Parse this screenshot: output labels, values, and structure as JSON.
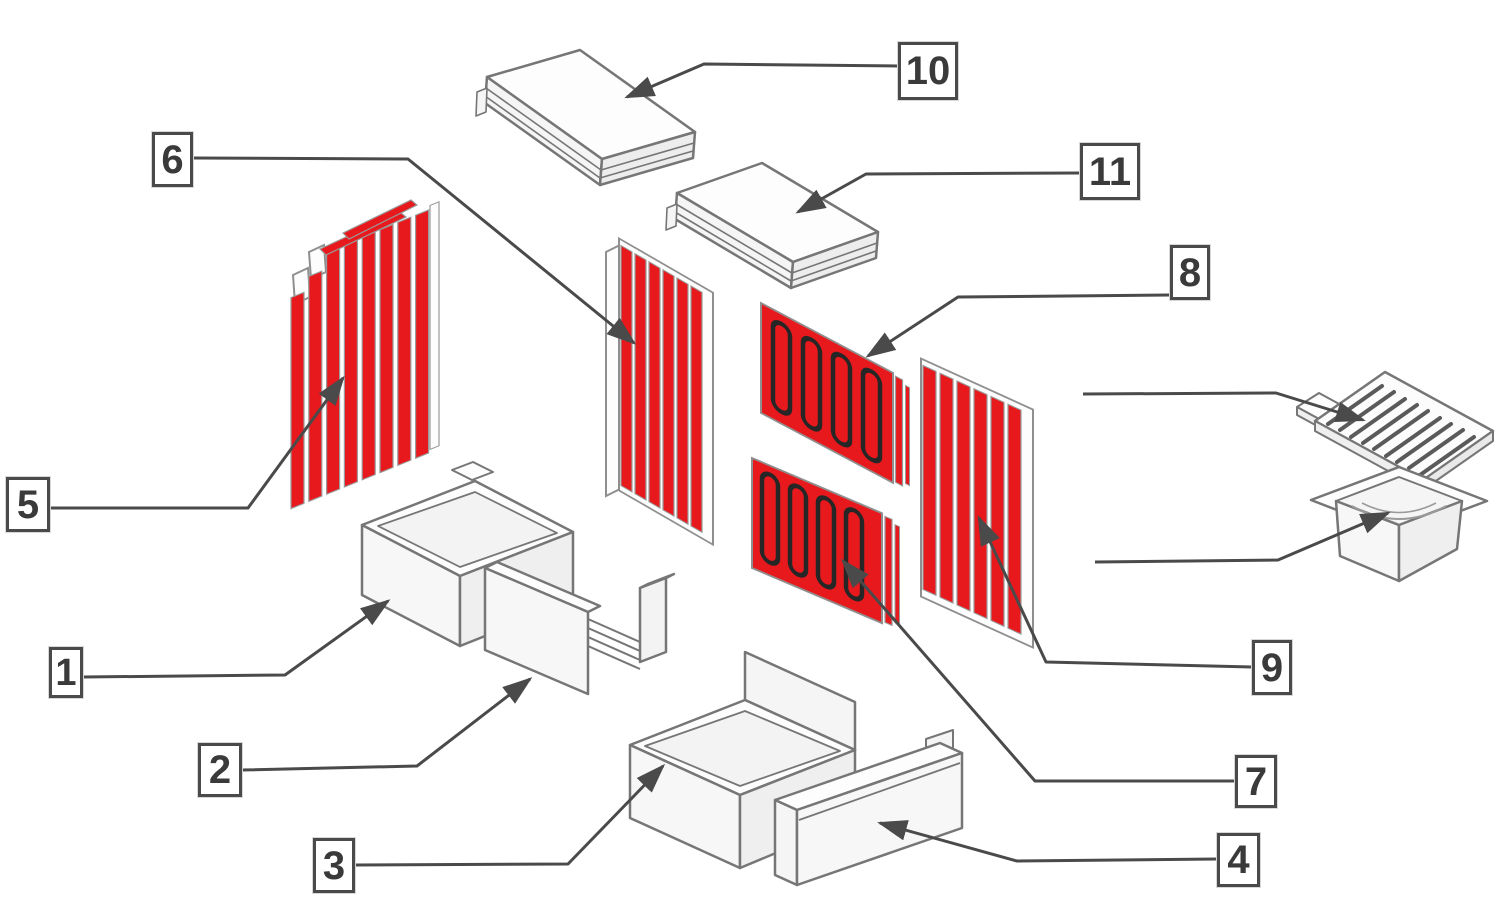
{
  "diagram": {
    "labels": [
      {
        "text": "1"
      },
      {
        "text": "2"
      },
      {
        "text": "3"
      },
      {
        "text": "4"
      },
      {
        "text": "5"
      },
      {
        "text": "6"
      },
      {
        "text": "7"
      },
      {
        "text": "8"
      },
      {
        "text": "9"
      },
      {
        "text": "10"
      },
      {
        "text": "11"
      }
    ],
    "highlighted_parts": [
      "5",
      "6",
      "7",
      "8",
      "9"
    ],
    "unlabeled_parts": [
      "fire-grate",
      "ash-pan"
    ],
    "colors": {
      "highlight_red": "#e8191d",
      "leader_line": "#4a4a4a",
      "part_outline": "#767676",
      "slot_outline": "#262626",
      "label_border": "#4a4a4a",
      "label_text": "#3a3a3a",
      "background": "#ffffff"
    }
  }
}
